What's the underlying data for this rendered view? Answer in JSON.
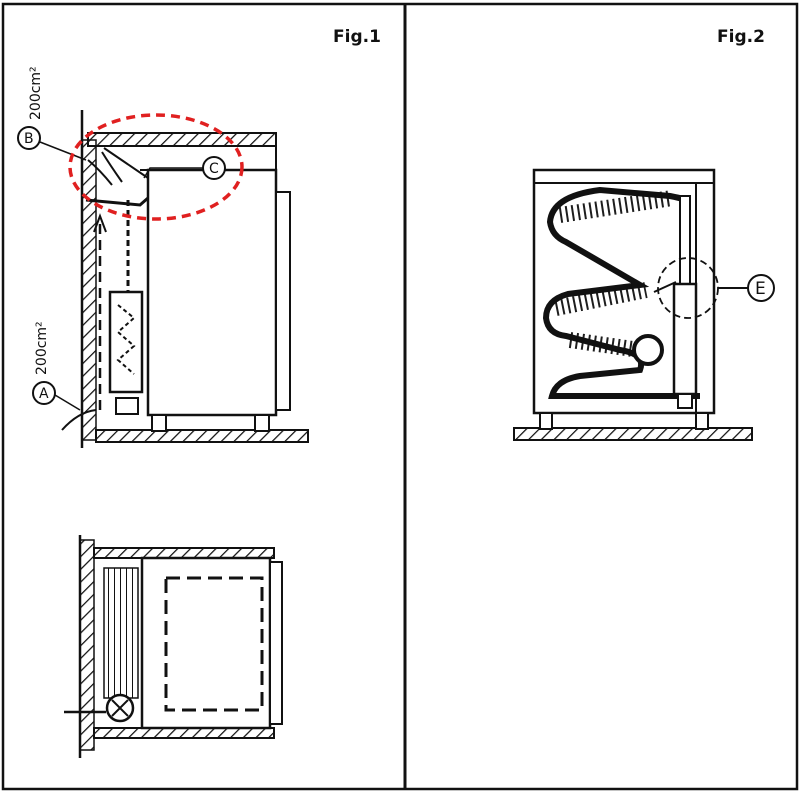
{
  "fig1": {
    "title": "Fig.1",
    "labels": {
      "a": "A",
      "b": "B",
      "c": "C"
    },
    "vent_top": "200cm²",
    "vent_bottom": "200cm²"
  },
  "fig2": {
    "title": "Fig.2",
    "labels": {
      "e": "E"
    }
  },
  "colors": {
    "ink": "#111111",
    "highlight": "#e02020",
    "paper": "#ffffff"
  }
}
